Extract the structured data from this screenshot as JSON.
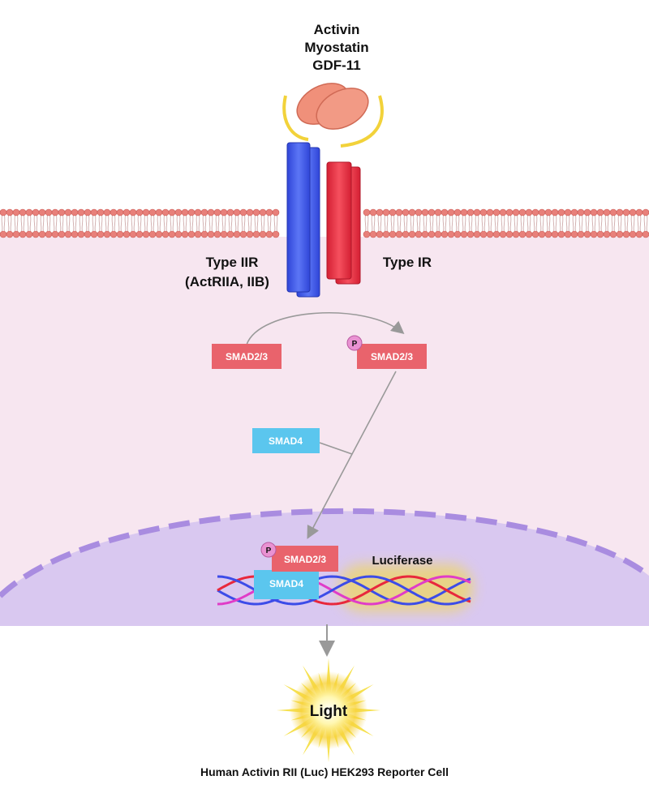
{
  "ligands": [
    "Activin",
    "Myostatin",
    "GDF-11"
  ],
  "receptors": {
    "type_ii_line1": "Type IIR",
    "type_ii_line2": "(ActRIIA, IIB)",
    "type_i": "Type IR"
  },
  "smads": {
    "smad23_cytoplasm": "SMAD2/3",
    "smad23_phospho": "SMAD2/3",
    "phospho_label": "P",
    "smad4_cytoplasm": "SMAD4",
    "smad23_nucleus": "SMAD2/3",
    "smad4_nucleus": "SMAD4",
    "phospho_label_nucleus": "P"
  },
  "reporter": {
    "gene": "Luciferase",
    "output": "Light"
  },
  "caption": "Human Activin RII (Luc) HEK293 Reporter Cell",
  "colors": {
    "cytoplasm": "#f7e6f0",
    "nucleus": "#d9c8f0",
    "nuclear_envelope": "#a98ce0",
    "lipid_head": "#e8807a",
    "type_ii_receptor": "#4a5fe8",
    "type_i_receptor": "#e83a4a",
    "ligand": "#f0907a",
    "ligand_tether": "#f2d23a",
    "smad23": "#e9636c",
    "smad4": "#5bc6ee",
    "phospho": "#e992d2",
    "arrow": "#999999",
    "dna_red": "#e8283c",
    "dna_blue": "#3c4ce8",
    "dna_magenta": "#e03cc8",
    "glow": "#f5dc32"
  }
}
